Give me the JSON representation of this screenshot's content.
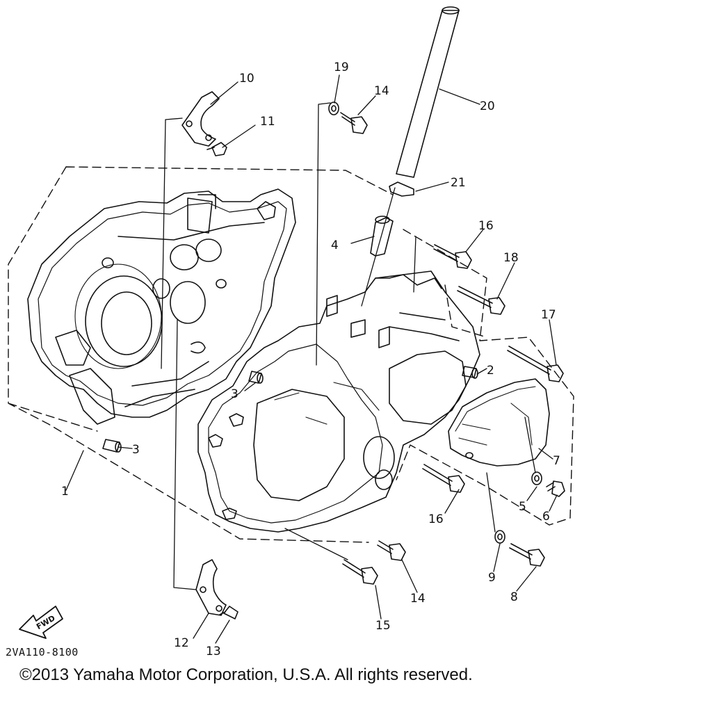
{
  "callouts": [
    {
      "id": "1",
      "label": "1"
    },
    {
      "id": "2",
      "label": "2"
    },
    {
      "id": "3a",
      "label": "3"
    },
    {
      "id": "3b",
      "label": "3"
    },
    {
      "id": "4",
      "label": "4"
    },
    {
      "id": "5",
      "label": "5"
    },
    {
      "id": "6",
      "label": "6"
    },
    {
      "id": "7",
      "label": "7"
    },
    {
      "id": "8",
      "label": "8"
    },
    {
      "id": "9",
      "label": "9"
    },
    {
      "id": "10",
      "label": "10"
    },
    {
      "id": "11",
      "label": "11"
    },
    {
      "id": "12",
      "label": "12"
    },
    {
      "id": "13",
      "label": "13"
    },
    {
      "id": "14a",
      "label": "14"
    },
    {
      "id": "14b",
      "label": "14"
    },
    {
      "id": "15",
      "label": "15"
    },
    {
      "id": "16a",
      "label": "16"
    },
    {
      "id": "16b",
      "label": "16"
    },
    {
      "id": "17",
      "label": "17"
    },
    {
      "id": "18",
      "label": "18"
    },
    {
      "id": "19",
      "label": "19"
    },
    {
      "id": "20",
      "label": "20"
    },
    {
      "id": "21",
      "label": "21"
    }
  ],
  "fwd_label": "FWD",
  "diagram_code": "2VA110-8100",
  "copyright": "©2013 Yamaha Motor Corporation, U.S.A. All rights reserved.",
  "colors": {
    "ink": "#111111",
    "background": "#ffffff"
  }
}
